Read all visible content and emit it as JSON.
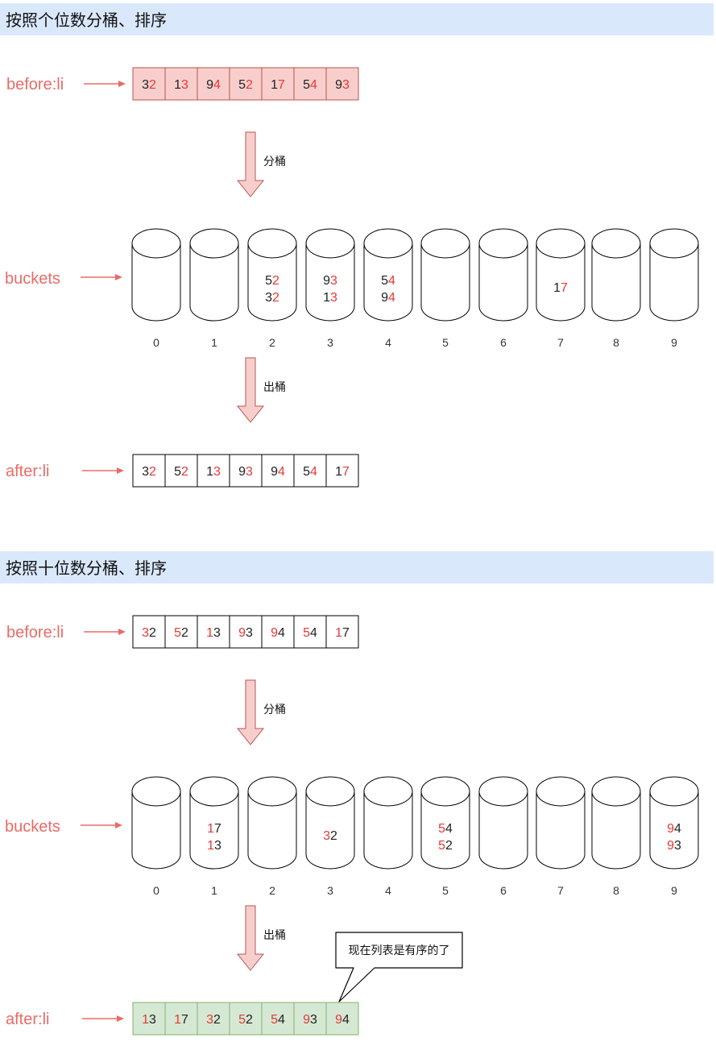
{
  "sections": [
    {
      "header": "按照个位数分桶、排序",
      "before_label": "before:li",
      "before": [
        {
          "d": [
            "3",
            "2"
          ],
          "hi": 1
        },
        {
          "d": [
            "1",
            "3"
          ],
          "hi": 1
        },
        {
          "d": [
            "9",
            "4"
          ],
          "hi": 1
        },
        {
          "d": [
            "5",
            "2"
          ],
          "hi": 1
        },
        {
          "d": [
            "1",
            "7"
          ],
          "hi": 1
        },
        {
          "d": [
            "5",
            "4"
          ],
          "hi": 1
        },
        {
          "d": [
            "9",
            "3"
          ],
          "hi": 1
        }
      ],
      "before_style": "pink",
      "arrow1_label": "分桶",
      "buckets_label": "buckets",
      "buckets": [
        {
          "index": "0",
          "items": []
        },
        {
          "index": "1",
          "items": []
        },
        {
          "index": "2",
          "items": [
            {
              "d": [
                "5",
                "2"
              ],
              "hi": 1
            },
            {
              "d": [
                "3",
                "2"
              ],
              "hi": 1
            }
          ]
        },
        {
          "index": "3",
          "items": [
            {
              "d": [
                "9",
                "3"
              ],
              "hi": 1
            },
            {
              "d": [
                "1",
                "3"
              ],
              "hi": 1
            }
          ]
        },
        {
          "index": "4",
          "items": [
            {
              "d": [
                "5",
                "4"
              ],
              "hi": 1
            },
            {
              "d": [
                "9",
                "4"
              ],
              "hi": 1
            }
          ]
        },
        {
          "index": "5",
          "items": []
        },
        {
          "index": "6",
          "items": []
        },
        {
          "index": "7",
          "items": [
            {
              "d": [
                "1",
                "7"
              ],
              "hi": 1
            }
          ]
        },
        {
          "index": "8",
          "items": []
        },
        {
          "index": "9",
          "items": []
        }
      ],
      "arrow2_label": "出桶",
      "after_label": "after:li",
      "after": [
        {
          "d": [
            "3",
            "2"
          ],
          "hi": 1
        },
        {
          "d": [
            "5",
            "2"
          ],
          "hi": 1
        },
        {
          "d": [
            "1",
            "3"
          ],
          "hi": 1
        },
        {
          "d": [
            "9",
            "3"
          ],
          "hi": 1
        },
        {
          "d": [
            "9",
            "4"
          ],
          "hi": 1
        },
        {
          "d": [
            "5",
            "4"
          ],
          "hi": 1
        },
        {
          "d": [
            "1",
            "7"
          ],
          "hi": 1
        }
      ],
      "after_style": "white"
    },
    {
      "header": "按照十位数分桶、排序",
      "before_label": "before:li",
      "before": [
        {
          "d": [
            "3",
            "2"
          ],
          "hi": 0
        },
        {
          "d": [
            "5",
            "2"
          ],
          "hi": 0
        },
        {
          "d": [
            "1",
            "3"
          ],
          "hi": 0
        },
        {
          "d": [
            "9",
            "3"
          ],
          "hi": 0
        },
        {
          "d": [
            "9",
            "4"
          ],
          "hi": 0
        },
        {
          "d": [
            "5",
            "4"
          ],
          "hi": 0
        },
        {
          "d": [
            "1",
            "7"
          ],
          "hi": 0
        }
      ],
      "before_style": "white",
      "arrow1_label": "分桶",
      "buckets_label": "buckets",
      "buckets": [
        {
          "index": "0",
          "items": []
        },
        {
          "index": "1",
          "items": [
            {
              "d": [
                "1",
                "7"
              ],
              "hi": 0
            },
            {
              "d": [
                "1",
                "3"
              ],
              "hi": 0
            }
          ]
        },
        {
          "index": "2",
          "items": []
        },
        {
          "index": "3",
          "items": [
            {
              "d": [
                "3",
                "2"
              ],
              "hi": 0
            }
          ]
        },
        {
          "index": "4",
          "items": []
        },
        {
          "index": "5",
          "items": [
            {
              "d": [
                "5",
                "4"
              ],
              "hi": 0
            },
            {
              "d": [
                "5",
                "2"
              ],
              "hi": 0
            }
          ]
        },
        {
          "index": "6",
          "items": []
        },
        {
          "index": "7",
          "items": []
        },
        {
          "index": "8",
          "items": []
        },
        {
          "index": "9",
          "items": [
            {
              "d": [
                "9",
                "4"
              ],
              "hi": 0
            },
            {
              "d": [
                "9",
                "3"
              ],
              "hi": 0
            }
          ]
        }
      ],
      "arrow2_label": "出桶",
      "after_label": "after:li",
      "after": [
        {
          "d": [
            "1",
            "3"
          ],
          "hi": 0
        },
        {
          "d": [
            "1",
            "7"
          ],
          "hi": 0
        },
        {
          "d": [
            "3",
            "2"
          ],
          "hi": 0
        },
        {
          "d": [
            "5",
            "2"
          ],
          "hi": 0
        },
        {
          "d": [
            "5",
            "4"
          ],
          "hi": 0
        },
        {
          "d": [
            "9",
            "3"
          ],
          "hi": 0
        },
        {
          "d": [
            "9",
            "4"
          ],
          "hi": 0
        }
      ],
      "after_style": "green",
      "callout": "现在列表是有序的了"
    }
  ],
  "colors": {
    "header_bg": "#dae8fc",
    "label_red": "#ea6b66",
    "digit_red": "#e53935",
    "pink_fill": "#f8cecc",
    "pink_stroke": "#b85450",
    "green_fill": "#d5e8d4",
    "green_stroke": "#82b366",
    "arrow_fill": "#f8cecc",
    "arrow_stroke": "#b85450"
  }
}
